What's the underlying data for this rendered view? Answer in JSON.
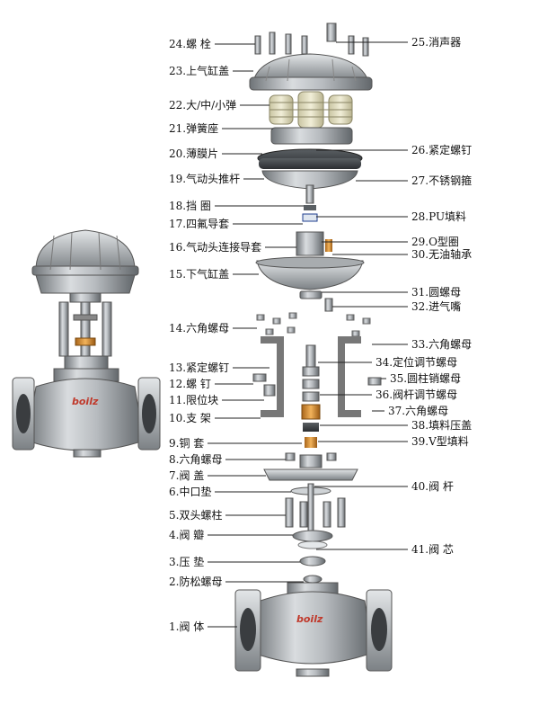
{
  "brand": "boilz",
  "labels_left": [
    "24.螺  栓",
    "23.上气缸盖",
    "22.大/中/小弹",
    "21.弹簧座",
    "20.薄膜片",
    "19.气动头推杆",
    "18.挡  圈",
    "17.四氟导套",
    "16.气动头连接导套",
    "15.下气缸盖",
    "14.六角螺母",
    "13.紧定螺钉",
    "12.螺  钉",
    "11.限位块",
    "10.支  架",
    "9.铜  套",
    "8.六角螺母",
    "7.阀  盖",
    "6.中口垫",
    "5.双头螺柱",
    "4.阀  瓣",
    "3.压  垫",
    "2.防松螺母",
    "1.阀  体"
  ],
  "labels_right": [
    "25.消声器",
    "26.紧定螺钉",
    "27.不锈钢箍",
    "28.PU填料",
    "29.O型圈",
    "30.无油轴承",
    "31.圆螺母",
    "32.进气嘴",
    "33.六角螺母",
    "34.定位调节螺母",
    "35.圆柱销螺母",
    "36.阀杆调节螺母",
    "37.六角螺母",
    "38.填料压盖",
    "39.V型填料",
    "40.阀  杆",
    "41.阀  芯"
  ]
}
